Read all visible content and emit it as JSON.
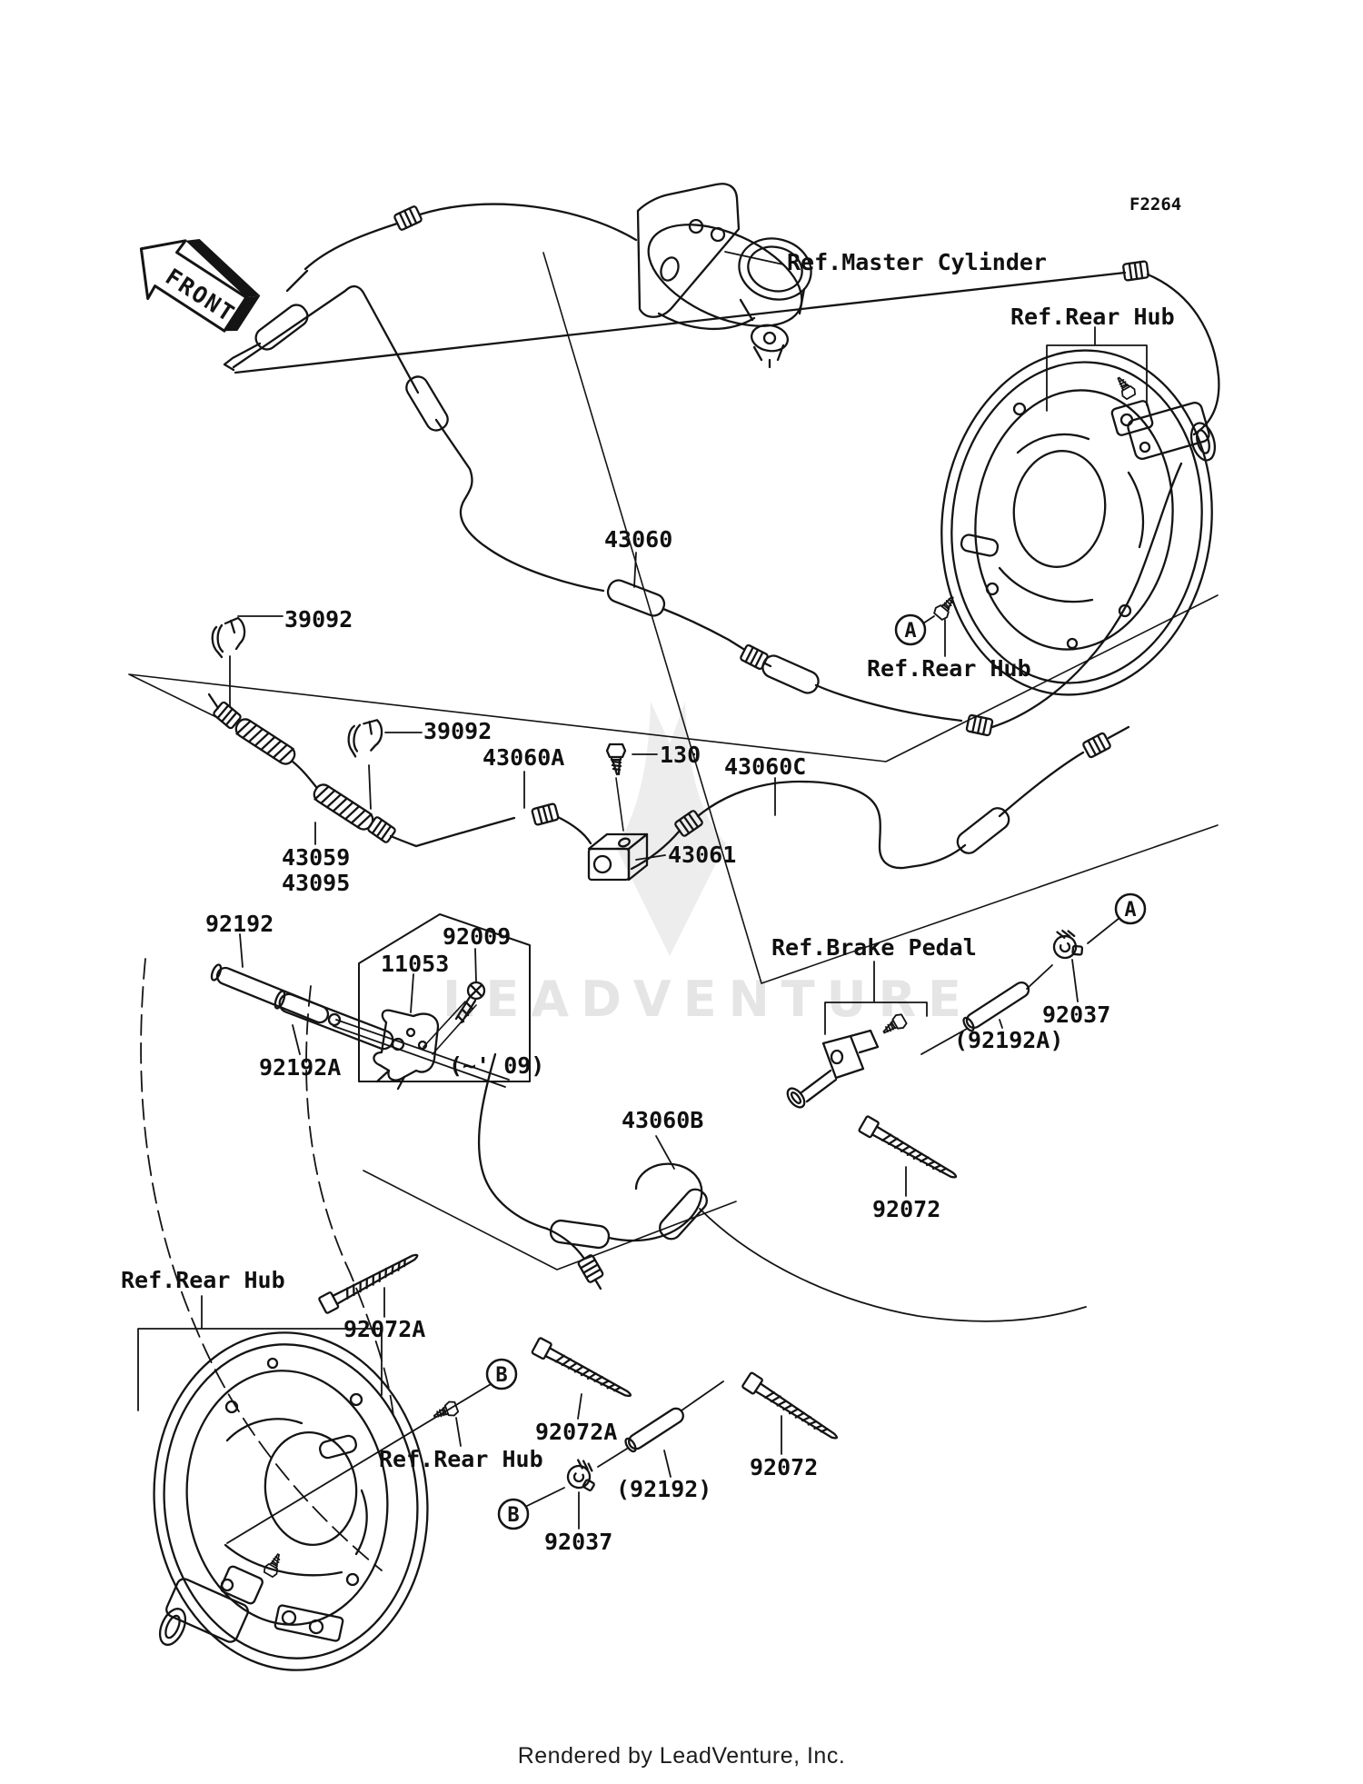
{
  "page": {
    "figure_code": "F2264",
    "front_arrow": "FRONT",
    "watermark_text": "LEADVENTURE",
    "footer": "Rendered by LeadVenture, Inc.",
    "background": "#ffffff",
    "line_color": "#141414",
    "watermark_color": "#e5e5e5"
  },
  "ref_markers": {
    "a": "A",
    "b": "B"
  },
  "labels": {
    "ref_master_cylinder": "Ref.Master Cylinder",
    "ref_rear_hub_top": "Ref.Rear Hub",
    "ref_rear_hub_mid": "Ref.Rear Hub",
    "ref_rear_hub_bottom_left": "Ref.Rear Hub",
    "ref_rear_hub_bottom_mid": "Ref.Rear Hub",
    "ref_brake_pedal": "Ref.Brake Pedal",
    "part_43060": "43060",
    "part_39092_a": "39092",
    "part_39092_b": "39092",
    "part_43060a": "43060A",
    "part_130": "130",
    "part_43060c": "43060C",
    "part_43059": "43059",
    "part_43095": "43095",
    "part_43061": "43061",
    "part_92192": "92192",
    "part_92009": "92009",
    "part_11053": "11053",
    "part_92192a": "92192A",
    "note_through_09": "(~' 09)",
    "part_92037_right": "92037",
    "part_92192a_paren": "(92192A)",
    "part_43060b": "43060B",
    "part_92072_right": "92072",
    "part_92072a_upper": "92072A",
    "part_92072a_lower": "92072A",
    "part_92192_paren": "(92192)",
    "part_92072_bottom": "92072",
    "part_92037_bottom": "92037"
  }
}
